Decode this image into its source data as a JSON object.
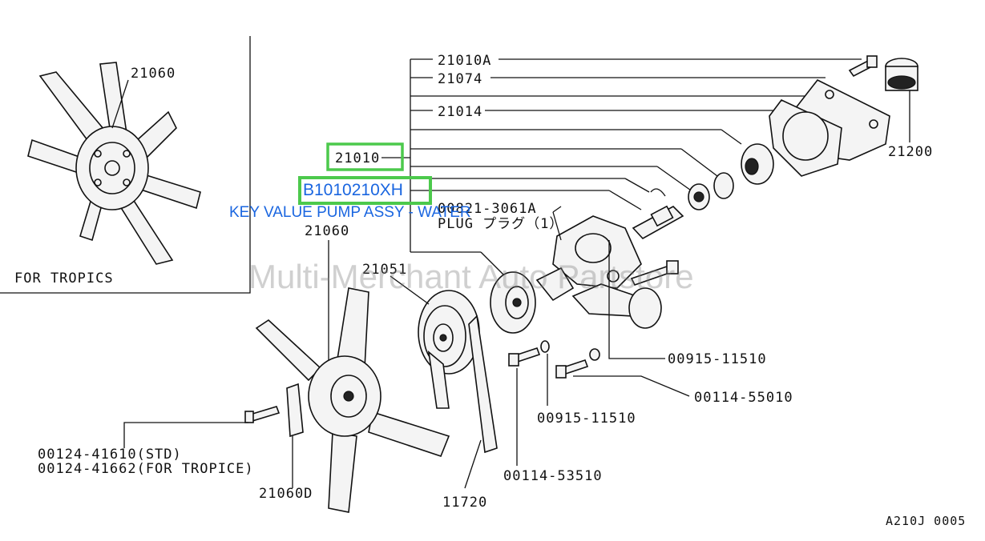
{
  "diagram": {
    "labels": {
      "fan_tropics": "21060",
      "for_tropics": "FOR TROPICS",
      "fan_main": "21060",
      "p21010a": "21010A",
      "p21074": "21074",
      "p21014": "21014",
      "p21010": "21010",
      "p21200": "21200",
      "plug_code": "00821-3061A",
      "plug_name": "PLUG プラグ（1）",
      "p21051": "21051",
      "p00915_a": "00915-11510",
      "p00114_a": "00114-55010",
      "p00915_b": "00915-11510",
      "p00114_b": "00114-53510",
      "p00124_std": "00124-41610(STD)",
      "p00124_trop": "00124-41662(FOR TROPICE)",
      "p21060d": "21060D",
      "p11720": "11720",
      "diagram_id": "A210J 0005"
    },
    "selected_part": "B1010210XH",
    "key_value": "KEY VALUE PUMP ASSY - WATER",
    "watermark": "Multi-Merchant Auto Partstore",
    "highlight_color": "#4cc94c",
    "link_color": "#1a66e0"
  }
}
